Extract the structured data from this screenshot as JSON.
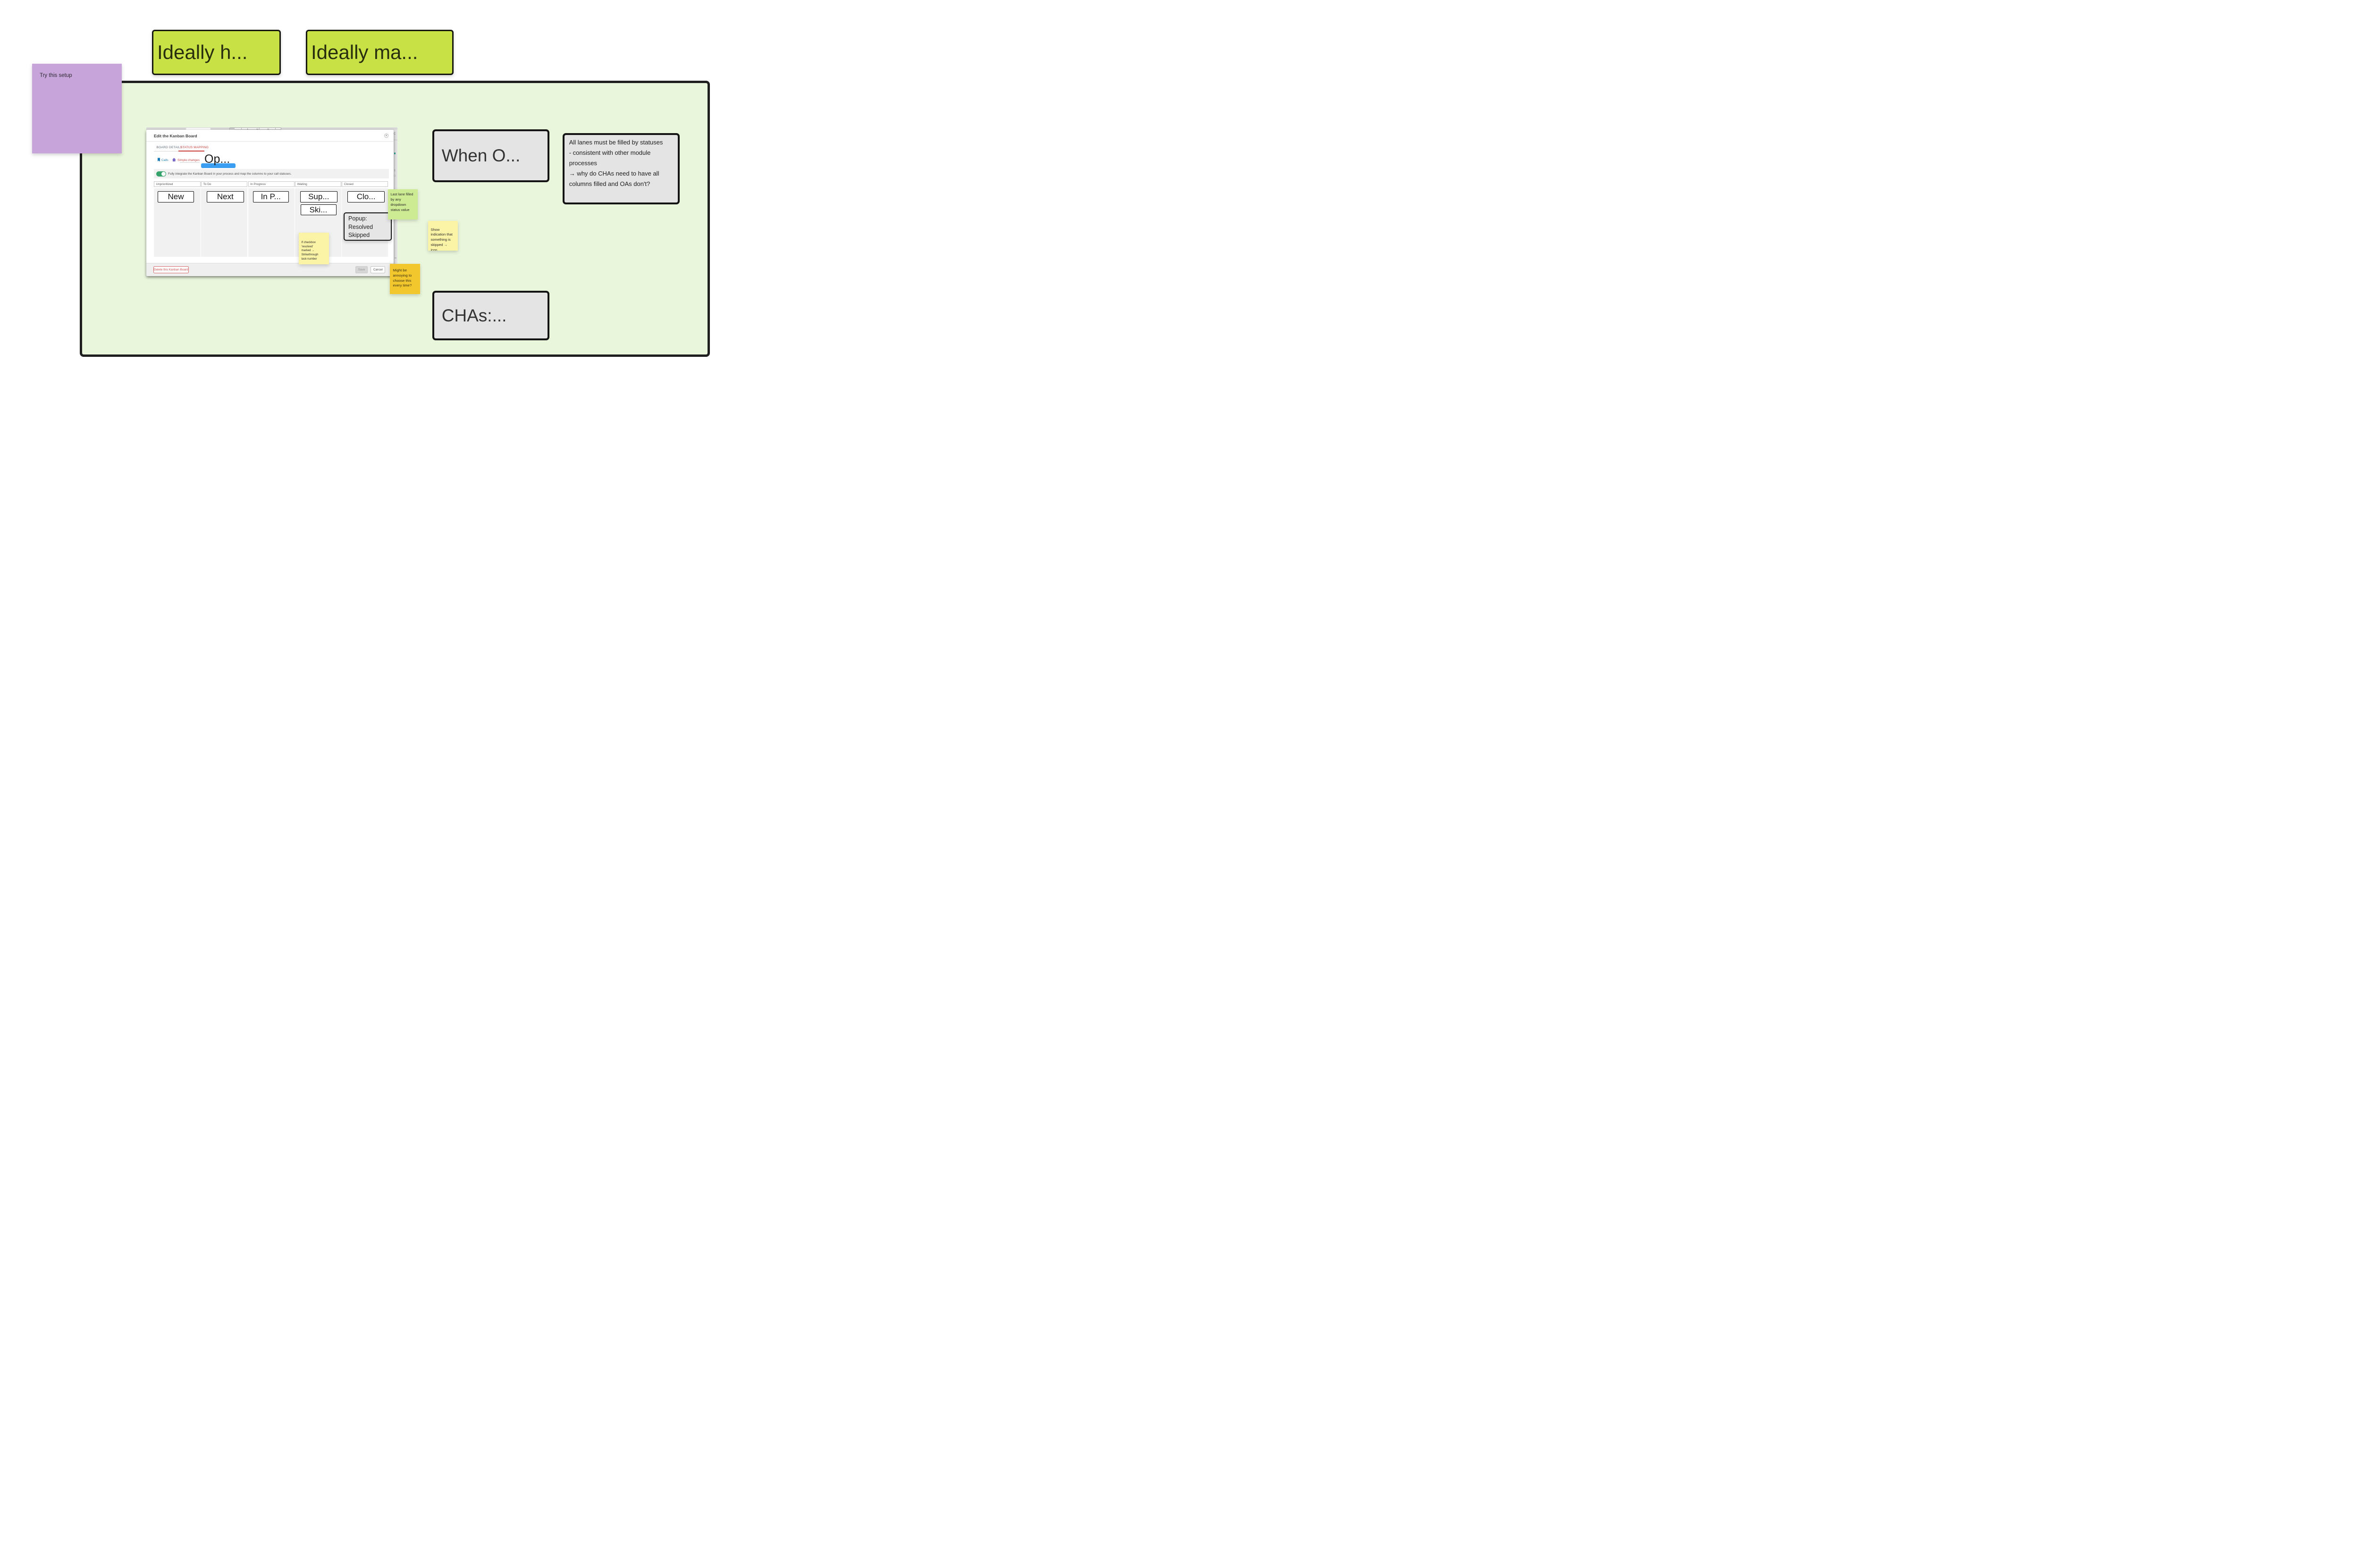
{
  "frame": {
    "bg": "#EAF6DC",
    "border_color": "#1F1F1F"
  },
  "notes": {
    "try_this_setup": {
      "text": "Try this setup",
      "bg": "#C7A4DA"
    },
    "ideally_h": {
      "text": "Ideally h...",
      "bg": "#C8E246"
    },
    "ideally_ma": {
      "text": "Ideally ma...",
      "bg": "#C8E246"
    },
    "when_o": {
      "text": "When O...",
      "bg": "#E4E4E4"
    },
    "chas": {
      "text": "CHAs:...",
      "bg": "#E4E4E4"
    },
    "all_lanes": {
      "text": "All lanes must be filled by statuses\n- consistent with other module\nprocesses\n→ why do CHAs need to have all\ncolumns filled and OAs don't?",
      "bg": "#E4E4E4"
    },
    "popup": {
      "text": "Popup:\nResolved\nSkipped",
      "bg": "#E6E6E6"
    },
    "last_lane": {
      "text": "Last lane filled by any\ndropdown status value",
      "bg": "#CDEB93"
    },
    "show_indication": {
      "text": "Show indication that\nsomething is skipped →\nicon",
      "bg": "#FBF3A6"
    },
    "if_checkbox": {
      "text": "If checkbox 'resolved'\nmarked → Strikethrough\ntask number",
      "bg": "#FBF3A6"
    },
    "might_be_annoying": {
      "text": "Might be annoying to\nchoose this every time?",
      "bg": "#F2C72E"
    },
    "op_label": {
      "text": "Op..."
    }
  },
  "modal": {
    "title": "Edit the Kanban Board",
    "close_icon": "✕",
    "tabs": [
      {
        "label": "BOARD DETAILS",
        "active": false
      },
      {
        "label": "STATUS MAPPING",
        "active": true
      }
    ],
    "breadcrumb": [
      {
        "label": "Calls",
        "color": "#2380B5"
      },
      {
        "label": "Simple changes",
        "color": "#CC4B4B"
      }
    ],
    "toggle_label": "Fully integrate the Kanban Board in your process and map the columns to your call statuses.",
    "toggle_on": true,
    "columns": [
      {
        "header": "Unprioritized",
        "cards": [
          "New"
        ]
      },
      {
        "header": "To Do",
        "cards": [
          "Next"
        ]
      },
      {
        "header": "In Progress",
        "cards": [
          "In P..."
        ]
      },
      {
        "header": "Waiting",
        "cards": [
          "Sup...",
          "Ski..."
        ]
      },
      {
        "header": "Closed",
        "cards": [
          "Clo..."
        ]
      }
    ],
    "footer": {
      "delete_label": "Delete this Kanban Board",
      "save_label": "Save",
      "cancel_label": "Cancel"
    }
  },
  "app_chrome": {
    "toolbar_partial_glyphs": [
      "1",
      "U",
      "U"
    ],
    "right_edge_partial_glyphs": [
      "C",
      "t"
    ]
  },
  "colors": {
    "tab_active": "#C9403F",
    "toggle_on": "#36A26C",
    "blue_shape": "#3B9EF1",
    "delete_red": "#CF4F4F",
    "calls_blue": "#2380B5",
    "simple_changes_red": "#CC4B4B"
  }
}
